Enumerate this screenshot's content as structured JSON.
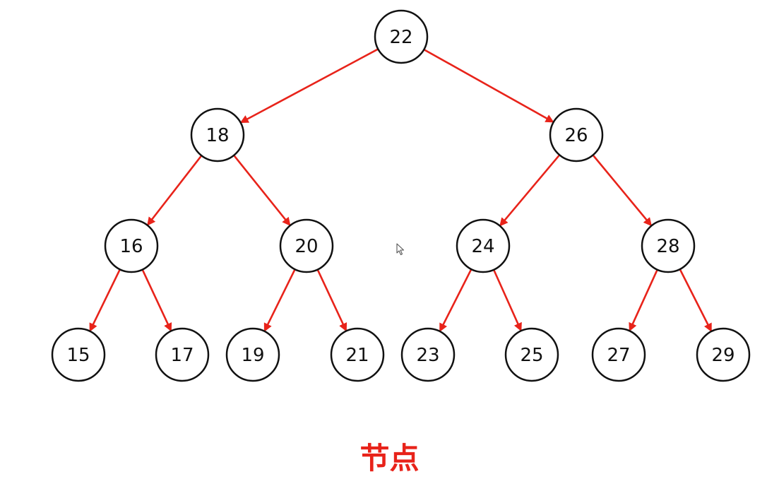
{
  "tree": {
    "nodes": [
      {
        "id": "n22",
        "label": "22",
        "parent": null
      },
      {
        "id": "n18",
        "label": "18",
        "parent": "n22"
      },
      {
        "id": "n26",
        "label": "26",
        "parent": "n22"
      },
      {
        "id": "n16",
        "label": "16",
        "parent": "n18"
      },
      {
        "id": "n20",
        "label": "20",
        "parent": "n18"
      },
      {
        "id": "n24",
        "label": "24",
        "parent": "n26"
      },
      {
        "id": "n28",
        "label": "28",
        "parent": "n26"
      },
      {
        "id": "n15",
        "label": "15",
        "parent": "n16"
      },
      {
        "id": "n17",
        "label": "17",
        "parent": "n16"
      },
      {
        "id": "n19",
        "label": "19",
        "parent": "n20"
      },
      {
        "id": "n21",
        "label": "21",
        "parent": "n20"
      },
      {
        "id": "n23",
        "label": "23",
        "parent": "n24"
      },
      {
        "id": "n25",
        "label": "25",
        "parent": "n24"
      },
      {
        "id": "n27",
        "label": "27",
        "parent": "n28"
      },
      {
        "id": "n29",
        "label": "29",
        "parent": "n28"
      }
    ]
  },
  "caption": "节点",
  "colors": {
    "edge": "#e8231a",
    "caption": "#e8231a",
    "node_stroke": "#111111"
  },
  "icons": {
    "cursor": "mouse-pointer-icon"
  }
}
